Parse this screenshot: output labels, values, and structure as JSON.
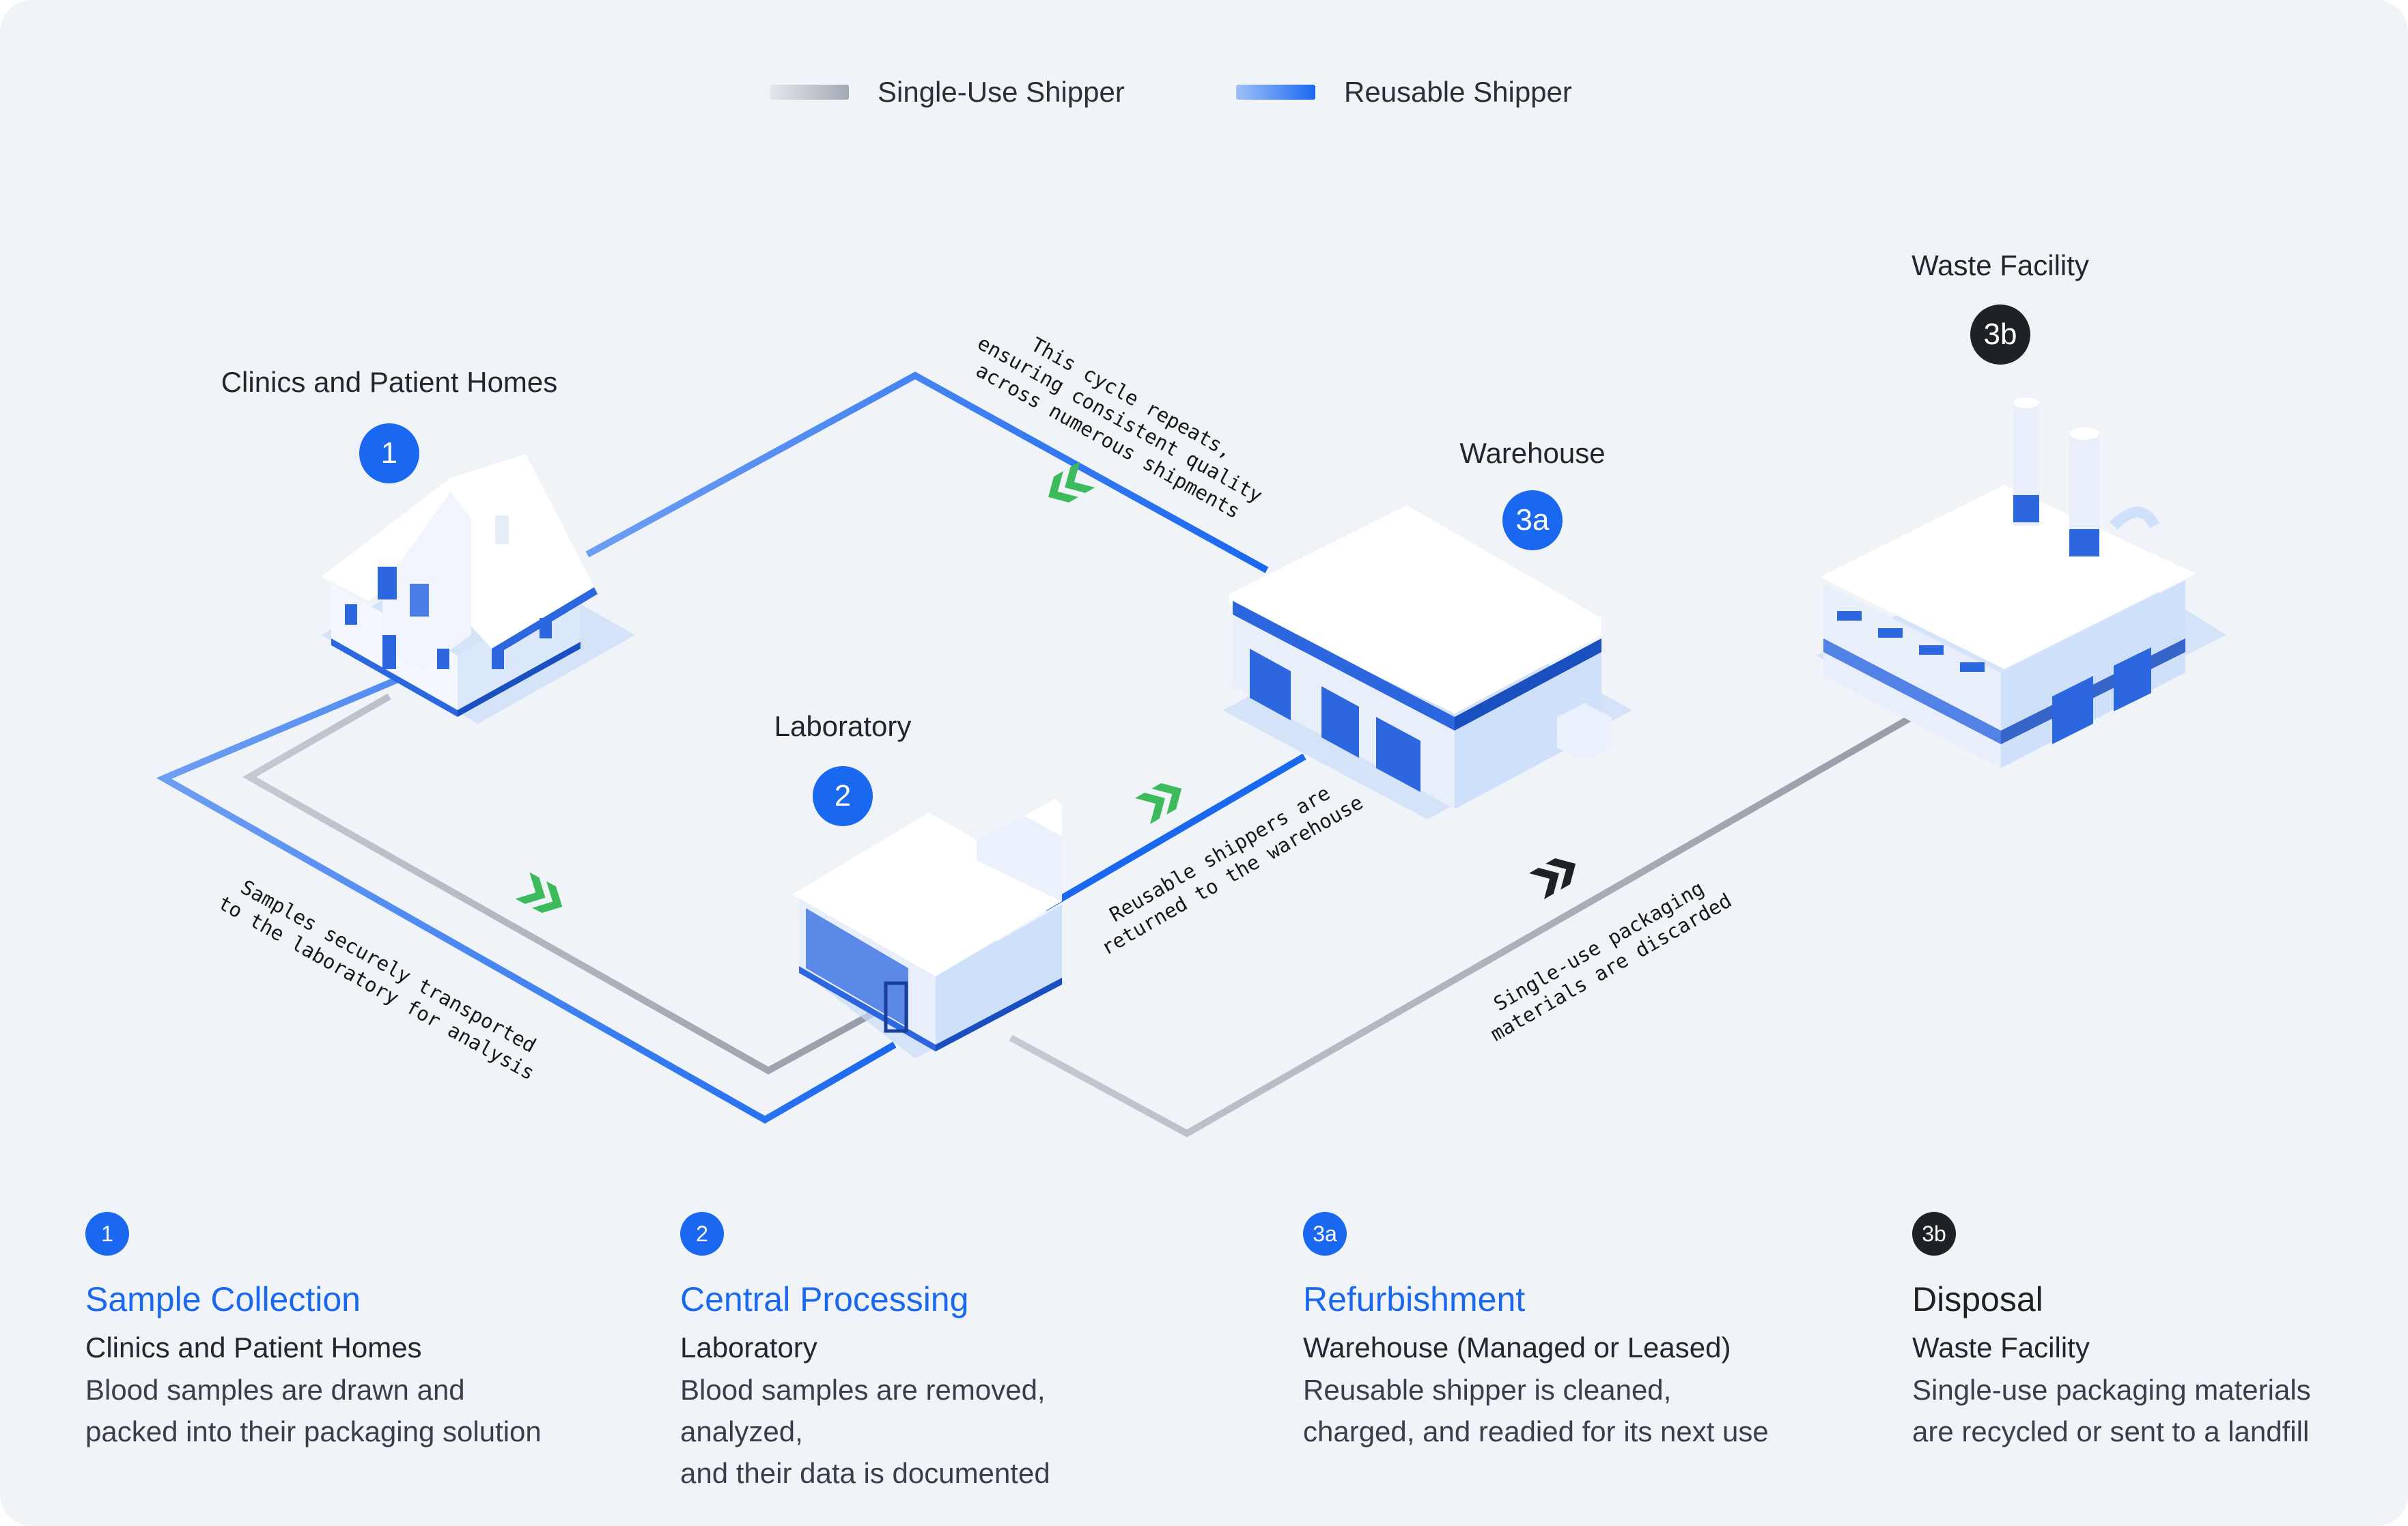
{
  "colors": {
    "background": "#f0f4f8",
    "reusable_blue": "#1a68f0",
    "single_use_gray": "#b9bec8",
    "dark_badge": "#1e2126",
    "chevron_green": "#3dba5c",
    "chevron_dark": "#1e2126",
    "building_blue": "#cfe0fb"
  },
  "legend": {
    "single_use": "Single-Use Shipper",
    "reusable": "Reusable Shipper"
  },
  "places": {
    "clinics": {
      "label": "Clinics and Patient Homes",
      "badge": "1"
    },
    "laboratory": {
      "label": "Laboratory",
      "badge": "2"
    },
    "warehouse": {
      "label": "Warehouse",
      "badge": "3a"
    },
    "waste": {
      "label": "Waste Facility",
      "badge": "3b"
    }
  },
  "notes": {
    "cycle": "This cycle repeats,\nensuring consistent quality\nacross numerous shipments",
    "samples": "Samples securely transported\nto the laboratory for analysis",
    "returned": "Reusable shippers are\nreturned to the warehouse",
    "discarded": "Single-use packaging\nmaterials are discarded"
  },
  "steps": [
    {
      "badge": "1",
      "title": "Sample Collection",
      "place": "Clinics and Patient Homes",
      "desc_line1": "Blood samples are drawn and",
      "desc_line2": "packed into their packaging solution"
    },
    {
      "badge": "2",
      "title": "Central Processing",
      "place": "Laboratory",
      "desc_line1": "Blood samples are removed, analyzed,",
      "desc_line2": "and their data is documented"
    },
    {
      "badge": "3a",
      "title": "Refurbishment",
      "place": "Warehouse (Managed or Leased)",
      "desc_line1": "Reusable shipper is cleaned,",
      "desc_line2": "charged, and readied for its next use"
    },
    {
      "badge": "3b",
      "title": "Disposal",
      "place": "Waste Facility",
      "desc_line1": "Single-use packaging materials",
      "desc_line2": "are recycled or sent to a landfill"
    }
  ]
}
